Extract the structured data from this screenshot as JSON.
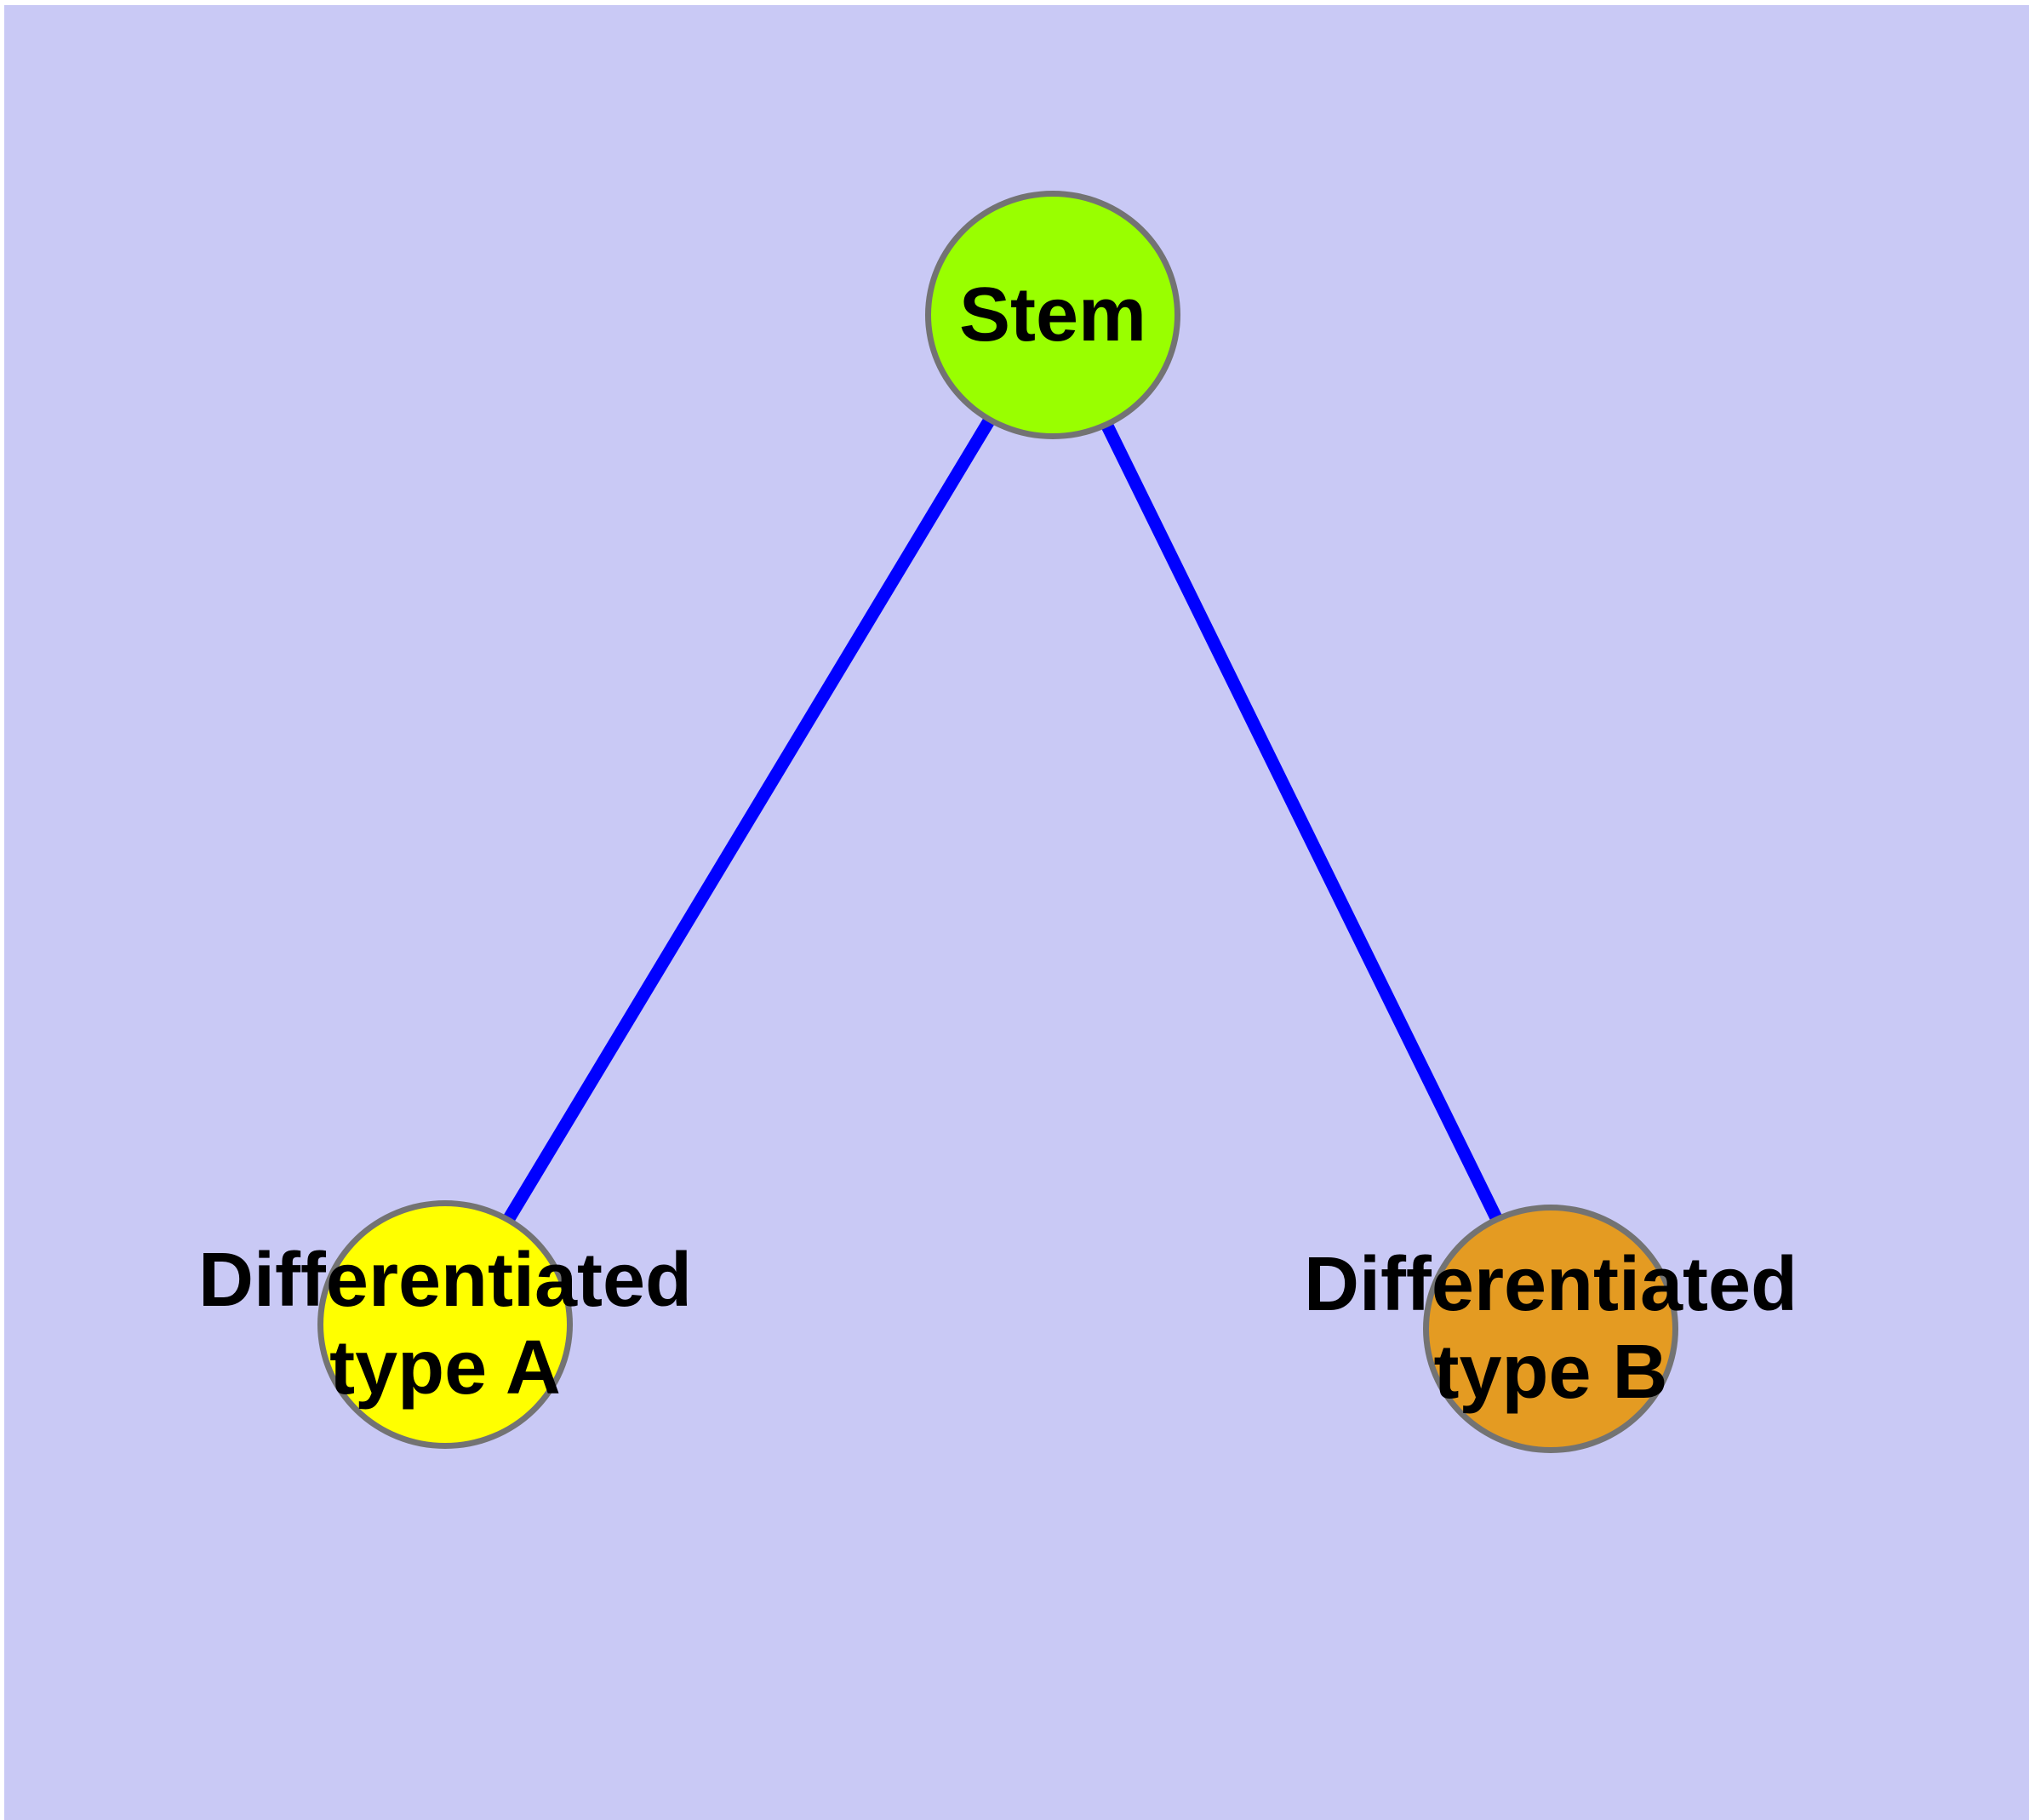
{
  "diagram": {
    "background_color": "#C9C9F5",
    "frame_color": "#FFFFFF",
    "edge_color": "#0000FF",
    "node_border_color": "#737373",
    "text_color": "#000000",
    "nodes": [
      {
        "id": "stem",
        "label": "Stem",
        "fill": "#99FF00"
      },
      {
        "id": "type-a",
        "label_line1": "Differentiated",
        "label_line2": "type A",
        "fill": "#FFFF00"
      },
      {
        "id": "type-b",
        "label_line1": "Differentiated",
        "label_line2": "type B",
        "fill": "#E49B22"
      }
    ],
    "edges": [
      {
        "from": "stem",
        "to": "type-a"
      },
      {
        "from": "stem",
        "to": "type-b"
      }
    ]
  }
}
